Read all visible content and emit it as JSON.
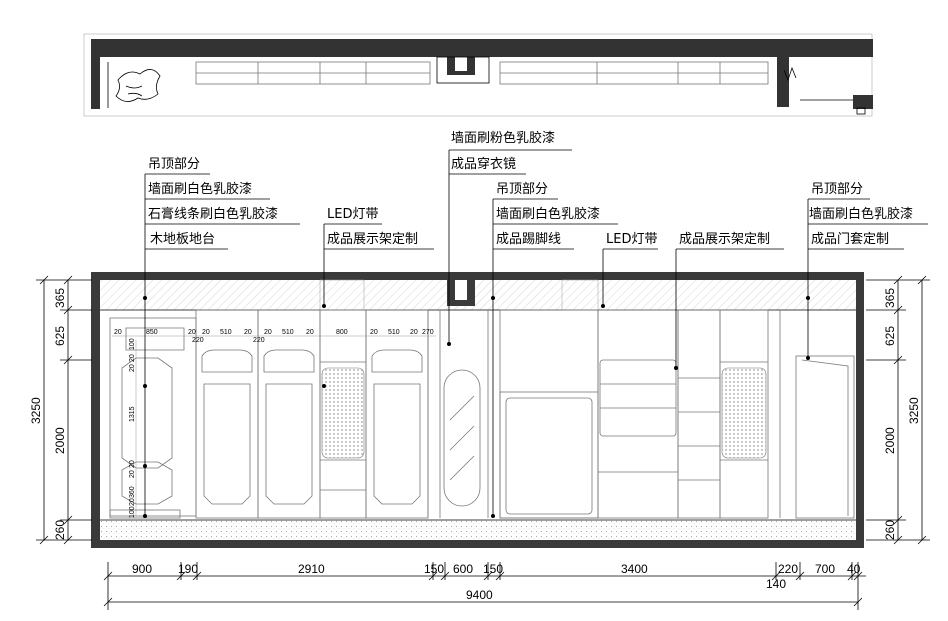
{
  "callouts": [
    {
      "id": "c1",
      "lines": [
        "吊顶部分",
        "墙面刷白色乳胶漆",
        "石膏线条刷白色乳胶漆",
        "木地板地台"
      ]
    },
    {
      "id": "c2",
      "lines": [
        "LED灯带",
        "成品展示架定制"
      ]
    },
    {
      "id": "c3",
      "lines": [
        "墙面刷粉色乳胶漆",
        "成品穿衣镜"
      ]
    },
    {
      "id": "c4",
      "lines": [
        "吊顶部分",
        "墙面刷白色乳胶漆",
        "成品踢脚线"
      ]
    },
    {
      "id": "c5",
      "lines": [
        "LED灯带"
      ]
    },
    {
      "id": "c6",
      "lines": [
        "成品展示架定制"
      ]
    },
    {
      "id": "c7",
      "lines": [
        "吊顶部分",
        "墙面刷白色乳胶漆",
        "成品门套定制"
      ]
    }
  ],
  "left_dims": {
    "total": "3250",
    "segments": [
      "365",
      "625",
      "2000",
      "260"
    ]
  },
  "right_dims": {
    "total": "3250",
    "segments": [
      "365",
      "625",
      "2000",
      "260"
    ]
  },
  "bottom_dims": {
    "segments": [
      "900",
      "190",
      "2910",
      "150",
      "600",
      "150",
      "3400",
      "220",
      "700",
      "40"
    ],
    "extra": "140",
    "total": "9400"
  },
  "panel_dims": {
    "top_row": [
      "20",
      "850",
      "20",
      "20",
      "510",
      "20",
      "20",
      "510",
      "20",
      "800",
      "20",
      "510",
      "20",
      "270"
    ],
    "sub_row": [
      "220",
      "220"
    ],
    "vertical": [
      "100",
      "20",
      "20",
      "1315",
      "20",
      "20",
      "360",
      "20",
      "100"
    ]
  }
}
